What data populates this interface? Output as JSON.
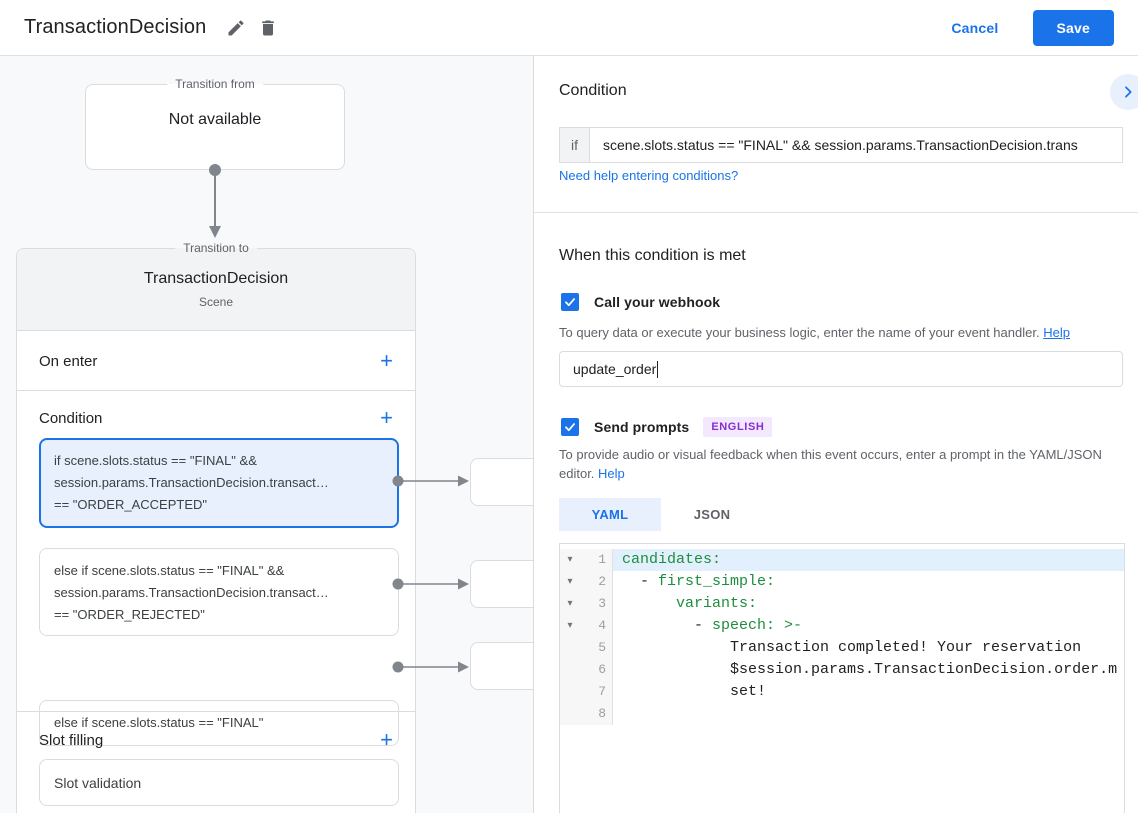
{
  "header": {
    "title": "TransactionDecision",
    "cancel_label": "Cancel",
    "save_label": "Save"
  },
  "diagram": {
    "transition_from": {
      "legend": "Transition from",
      "content": "Not available"
    },
    "transition_to": {
      "legend": "Transition to",
      "scene_name": "TransactionDecision",
      "scene_type": "Scene",
      "on_enter": {
        "label": "On enter",
        "add_label": "+"
      },
      "condition": {
        "label": "Condition",
        "add_label": "+",
        "cards": [
          {
            "lines": [
              "if scene.slots.status == \"FINAL\" &&",
              "session.params.TransactionDecision.transact…",
              "== \"ORDER_ACCEPTED\""
            ]
          },
          {
            "lines": [
              "else if scene.slots.status == \"FINAL\" &&",
              "session.params.TransactionDecision.transact…",
              "== \"ORDER_REJECTED\""
            ]
          },
          {
            "lines": [
              "else if scene.slots.status == \"FINAL\""
            ]
          }
        ]
      },
      "slot_filling": {
        "label": "Slot filling",
        "add_label": "+",
        "card_label": "Slot validation"
      }
    }
  },
  "panel": {
    "title": "Condition",
    "if_label": "if",
    "if_value": "scene.slots.status == \"FINAL\" && session.params.TransactionDecision.trans",
    "help_link": "Need help entering conditions?",
    "when_title": "When this condition is met",
    "webhook": {
      "label": "Call your webhook",
      "checked": true,
      "description": "To query data or execute your business logic, enter the name of your event handler.",
      "help_label": "Help",
      "input_value": "update_order"
    },
    "prompts": {
      "label": "Send prompts",
      "checked": true,
      "badge": "ENGLISH",
      "description": "To provide audio or visual feedback when this event occurs, enter a prompt in the YAML/JSON editor.",
      "help_label": "Help"
    },
    "tabs": {
      "yaml": "YAML",
      "json": "JSON"
    },
    "editor": {
      "lines": [
        {
          "num": "1",
          "fold": true,
          "highlight": true,
          "tokens": [
            [
              "key",
              "candidates:"
            ]
          ]
        },
        {
          "num": "2",
          "fold": true,
          "highlight": false,
          "tokens": [
            [
              "plain",
              "  - "
            ],
            [
              "key",
              "first_simple:"
            ]
          ]
        },
        {
          "num": "3",
          "fold": true,
          "highlight": false,
          "tokens": [
            [
              "plain",
              "      "
            ],
            [
              "key",
              "variants:"
            ]
          ]
        },
        {
          "num": "4",
          "fold": true,
          "highlight": false,
          "tokens": [
            [
              "plain",
              "        - "
            ],
            [
              "key",
              "speech: >-"
            ]
          ]
        },
        {
          "num": "5",
          "fold": false,
          "highlight": false,
          "tokens": [
            [
              "plain",
              "            Transaction completed! Your reservation"
            ]
          ]
        },
        {
          "num": "6",
          "fold": false,
          "highlight": false,
          "tokens": [
            [
              "plain",
              "            $session.params.TransactionDecision.order.m"
            ]
          ]
        },
        {
          "num": "7",
          "fold": false,
          "highlight": false,
          "tokens": [
            [
              "plain",
              "            set!"
            ]
          ]
        },
        {
          "num": "8",
          "fold": false,
          "highlight": false,
          "tokens": []
        }
      ]
    }
  },
  "colors": {
    "accent": "#1a73e8",
    "selected_card_bg": "#e8f0fe",
    "badge_bg": "#f3e8fd",
    "badge_text": "#8430ce",
    "yaml_key_green": "#1e8e3e",
    "canvas_bg": "#f8f9fa"
  }
}
